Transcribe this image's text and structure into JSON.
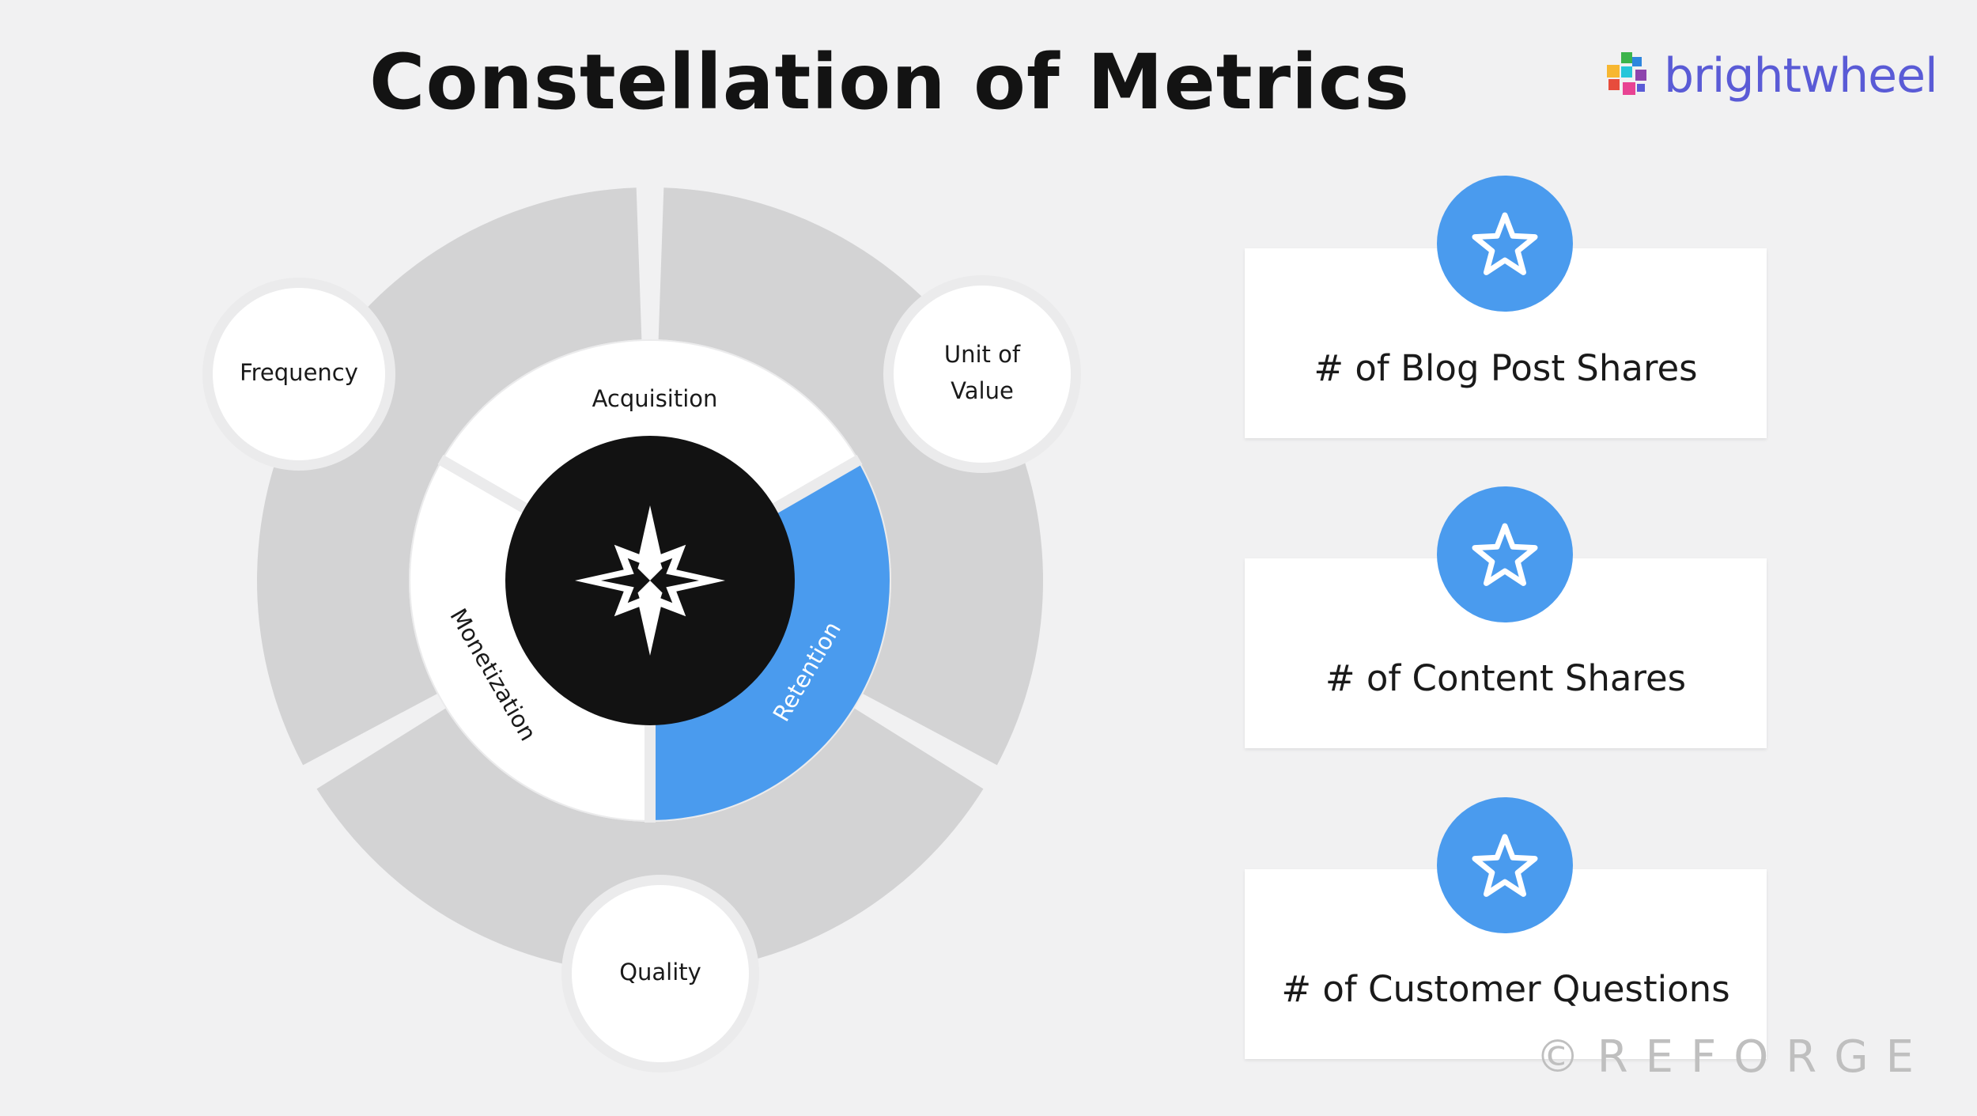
{
  "title": "Constellation of Metrics",
  "logo": {
    "text": "brightwheel",
    "icon": "brightwheel-logo-icon"
  },
  "diagram": {
    "center_icon": "north-star-icon",
    "inner_segments": [
      {
        "label": "Acquisition",
        "highlighted": false
      },
      {
        "label": "Retention",
        "highlighted": true
      },
      {
        "label": "Monetization",
        "highlighted": false
      }
    ],
    "outer_nodes": [
      {
        "label_lines": [
          "Frequency"
        ]
      },
      {
        "label_lines": [
          "Unit of",
          "Value"
        ]
      },
      {
        "label_lines": [
          "Quality"
        ]
      }
    ],
    "colors": {
      "highlight": "#4a9bee",
      "ring": "#d3d3d4",
      "center": "#121212"
    }
  },
  "metrics": [
    {
      "label": "# of Blog Post Shares",
      "icon": "star-icon"
    },
    {
      "label": "# of Content Shares",
      "icon": "star-icon"
    },
    {
      "label": "# of Customer Questions",
      "icon": "star-icon"
    }
  ],
  "watermark": "©REFORGE"
}
